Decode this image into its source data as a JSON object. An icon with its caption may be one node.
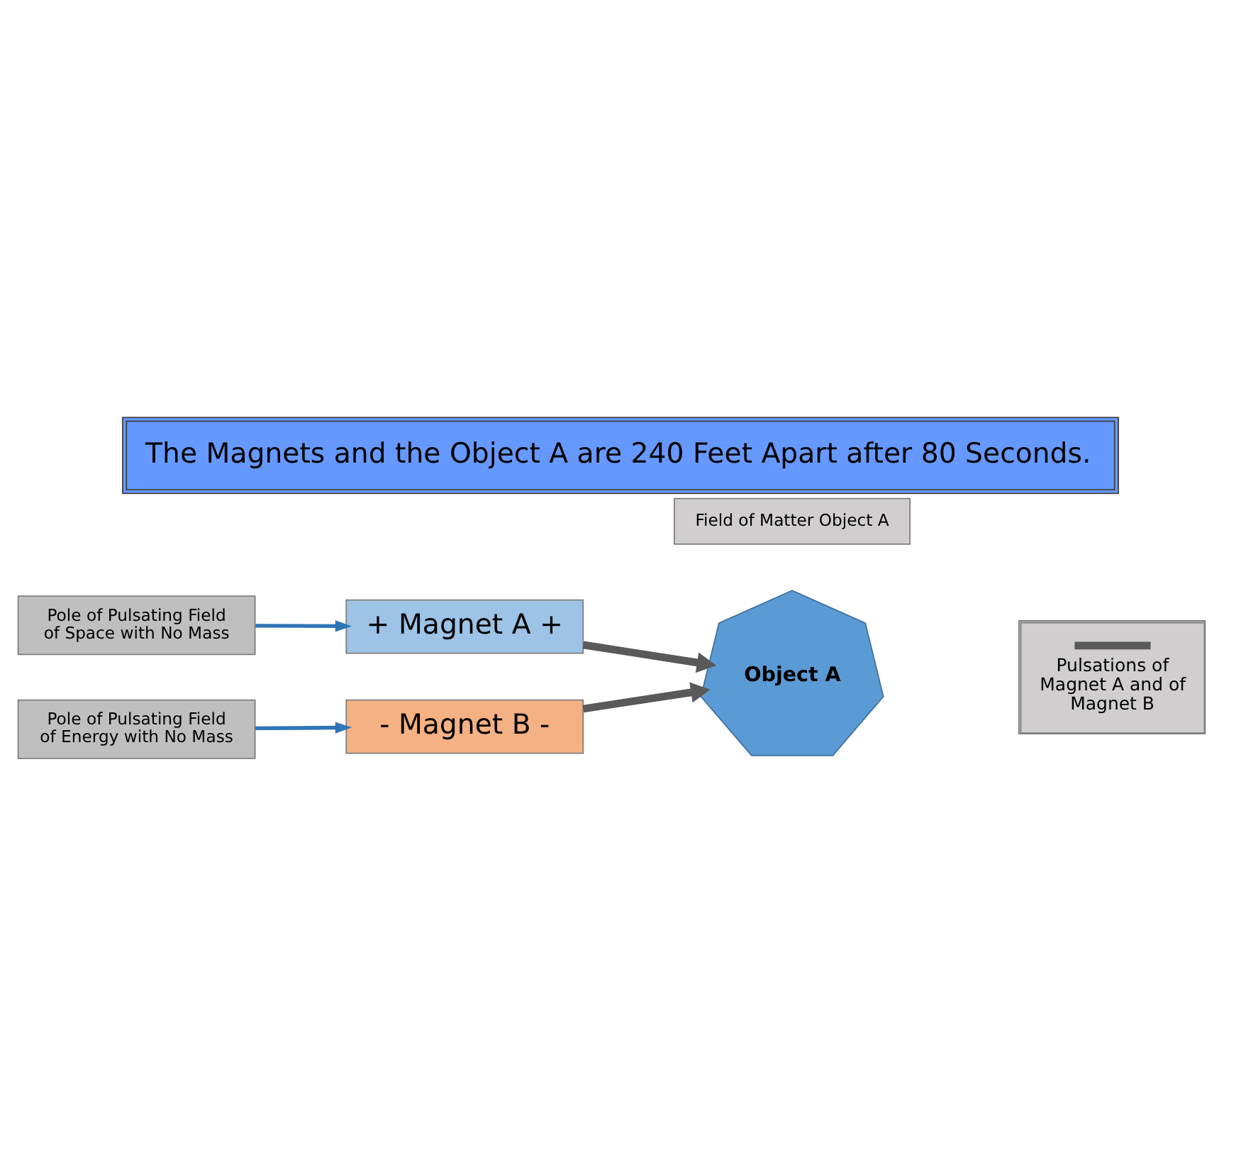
{
  "diagram": {
    "title": "The Magnets and the Object A are 240 Feet Apart after 80 Seconds.",
    "nodes": [
      {
        "text": [
          "Pole of Pulsating Field of Space with No Mass"
        ]
      },
      {
        "text": [
          "Field of Matter Object A"
        ]
      },
      {
        "text": [
          "+ Magnet A +"
        ]
      },
      {
        "text": [
          "Object A"
        ]
      },
      {
        "text": [
          "- Magnet B -"
        ]
      },
      {
        "text": [
          "Pole of Pulsating Field of Energy with No Mass"
        ]
      }
    ],
    "edges": [
      {
        "from": 0,
        "to": 2,
        "arrow": "to",
        "color": "#2e75b6"
      },
      {
        "from": 2,
        "to": 3,
        "arrow": "to",
        "style": "thick",
        "color": "#595959"
      },
      {
        "from": 4,
        "to": 3,
        "arrow": "to",
        "style": "thick",
        "color": "#595959"
      },
      {
        "from": 5,
        "to": 4,
        "arrow": "to",
        "color": "#2e75b6"
      }
    ],
    "legend": [
      {
        "text": "Pulsations of Magnet A and of Magnet B"
      }
    ]
  }
}
